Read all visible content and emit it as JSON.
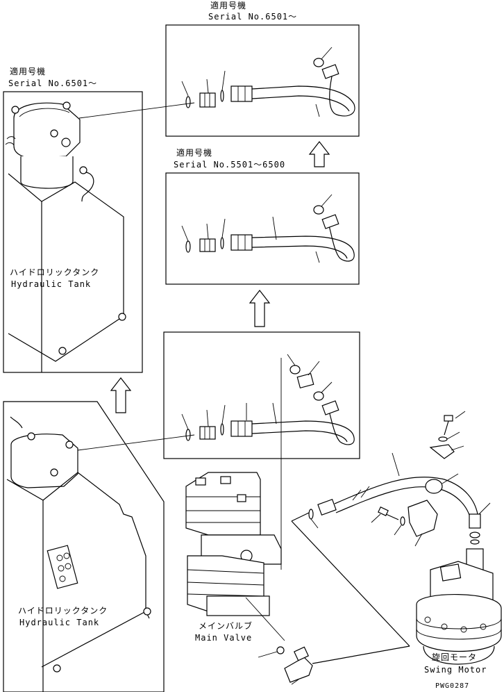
{
  "panels": {
    "top": {
      "caption_jp": "適用号機",
      "caption_serial": "Serial No.6501～"
    },
    "middle": {
      "caption_jp": "適用号機",
      "caption_serial": "Serial No.5501～6500"
    },
    "tank_upper": {
      "caption_jp": "適用号機",
      "caption_serial": "Serial No.6501～",
      "label_jp": "ハイドロリックタンク",
      "label_en": "Hydraulic Tank"
    },
    "tank_lower": {
      "label_jp": "ハイドロリックタンク",
      "label_en": "Hydraulic Tank"
    }
  },
  "components": {
    "main_valve_jp": "メインバルブ",
    "main_valve_en": "Main Valve",
    "swing_motor_jp": "旋回モータ",
    "swing_motor_en": "Swing Motor"
  },
  "drawing_code": "PWG0287"
}
